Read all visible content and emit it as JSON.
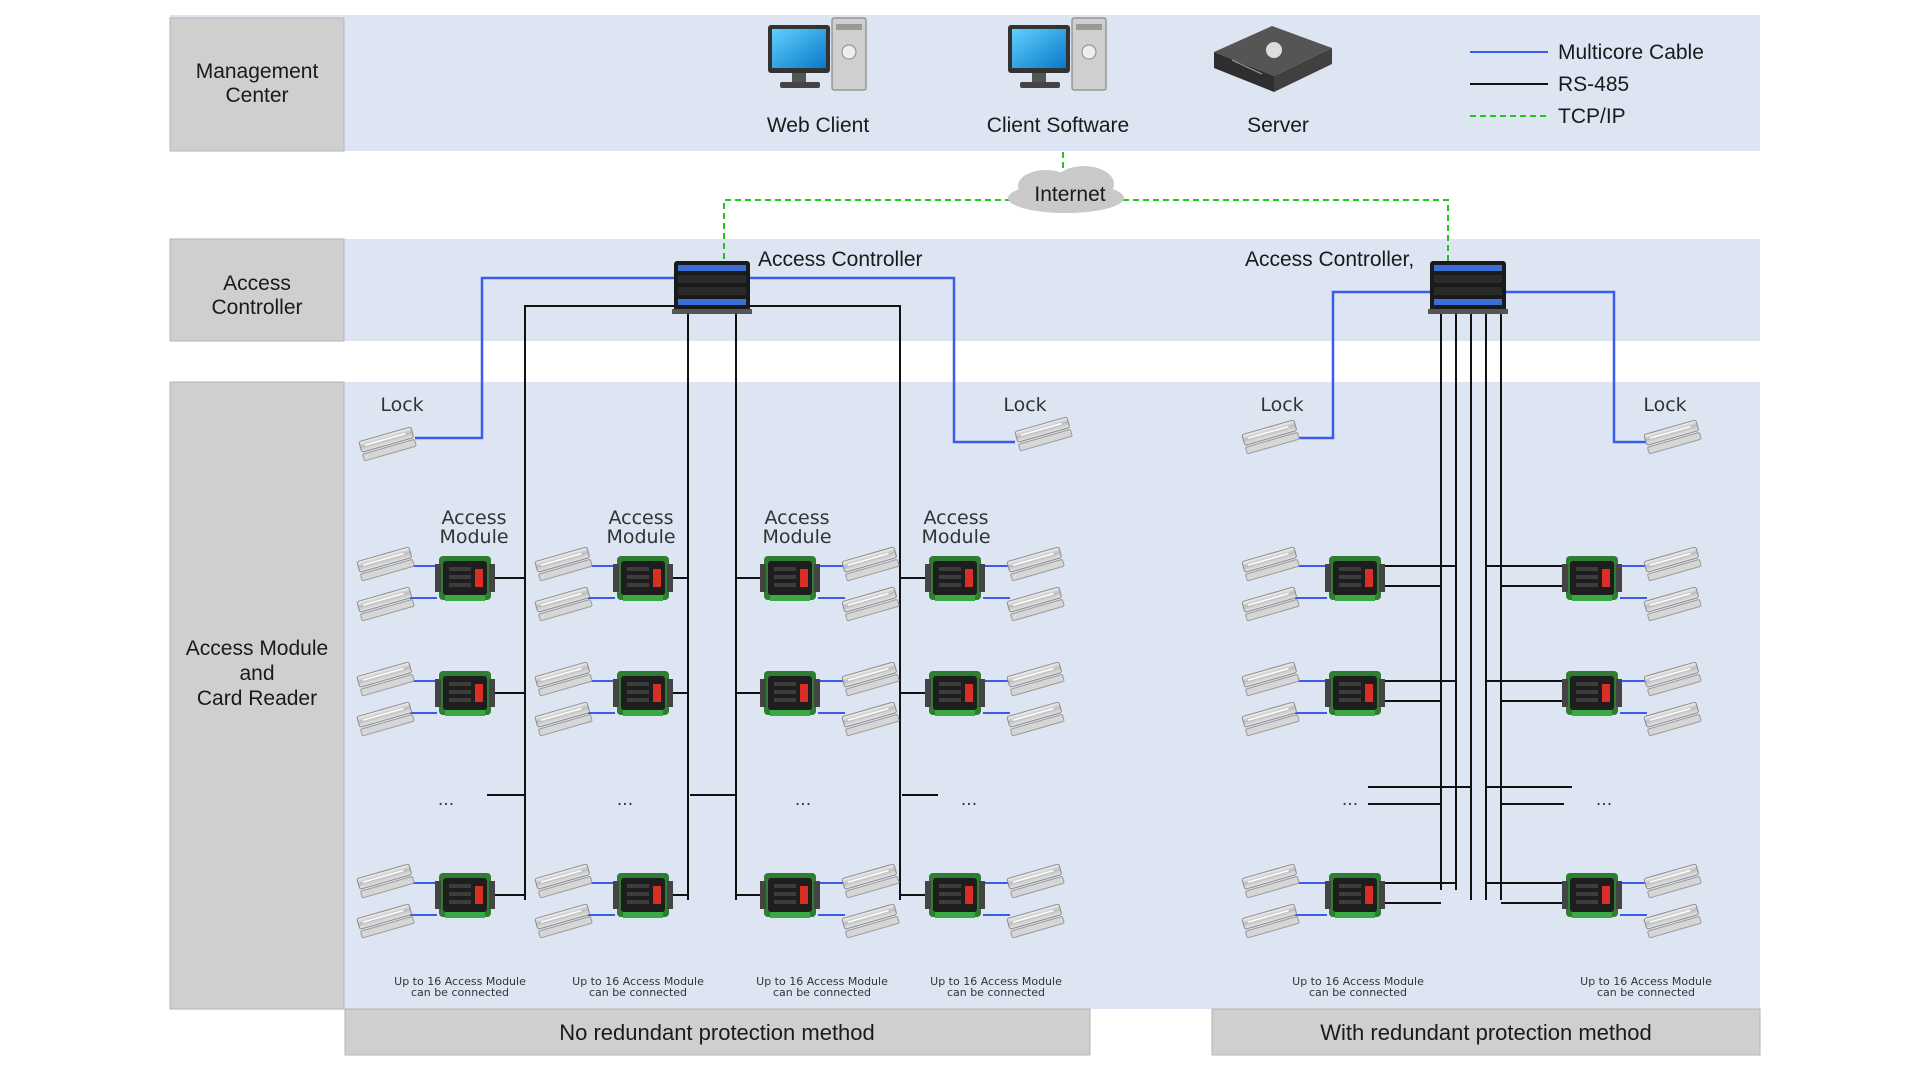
{
  "tiers": {
    "management": "Management\nCenter",
    "controller": "Access\nController",
    "module": "Access Module\nand\nCard Reader"
  },
  "devices": {
    "web_client": "Web Client",
    "client_software": "Client Software",
    "server": "Server",
    "internet": "Internet",
    "access_controller_left": "Access Controller",
    "access_controller_right": "Access Controller,"
  },
  "legend": [
    {
      "label": "Multicore Cable",
      "color": "#3a5ce8",
      "style": "solid"
    },
    {
      "label": "RS-485",
      "color": "#111111",
      "style": "solid"
    },
    {
      "label": "TCP/IP",
      "color": "#22c51a",
      "style": "dashed"
    }
  ],
  "labels": {
    "lock": "Lock",
    "access_module": "Access\nModule",
    "ellipsis": "...",
    "capacity": "Up to 16 Access Module\ncan be connected"
  },
  "footers": {
    "left": "No redundant protection method",
    "right": "With redundant protection method"
  },
  "colors": {
    "tier_band": "#dde5f2",
    "tier_label_bg": "#cfcfcf",
    "multicore": "#3a5ce8",
    "rs485": "#111111",
    "tcpip": "#22c51a"
  }
}
